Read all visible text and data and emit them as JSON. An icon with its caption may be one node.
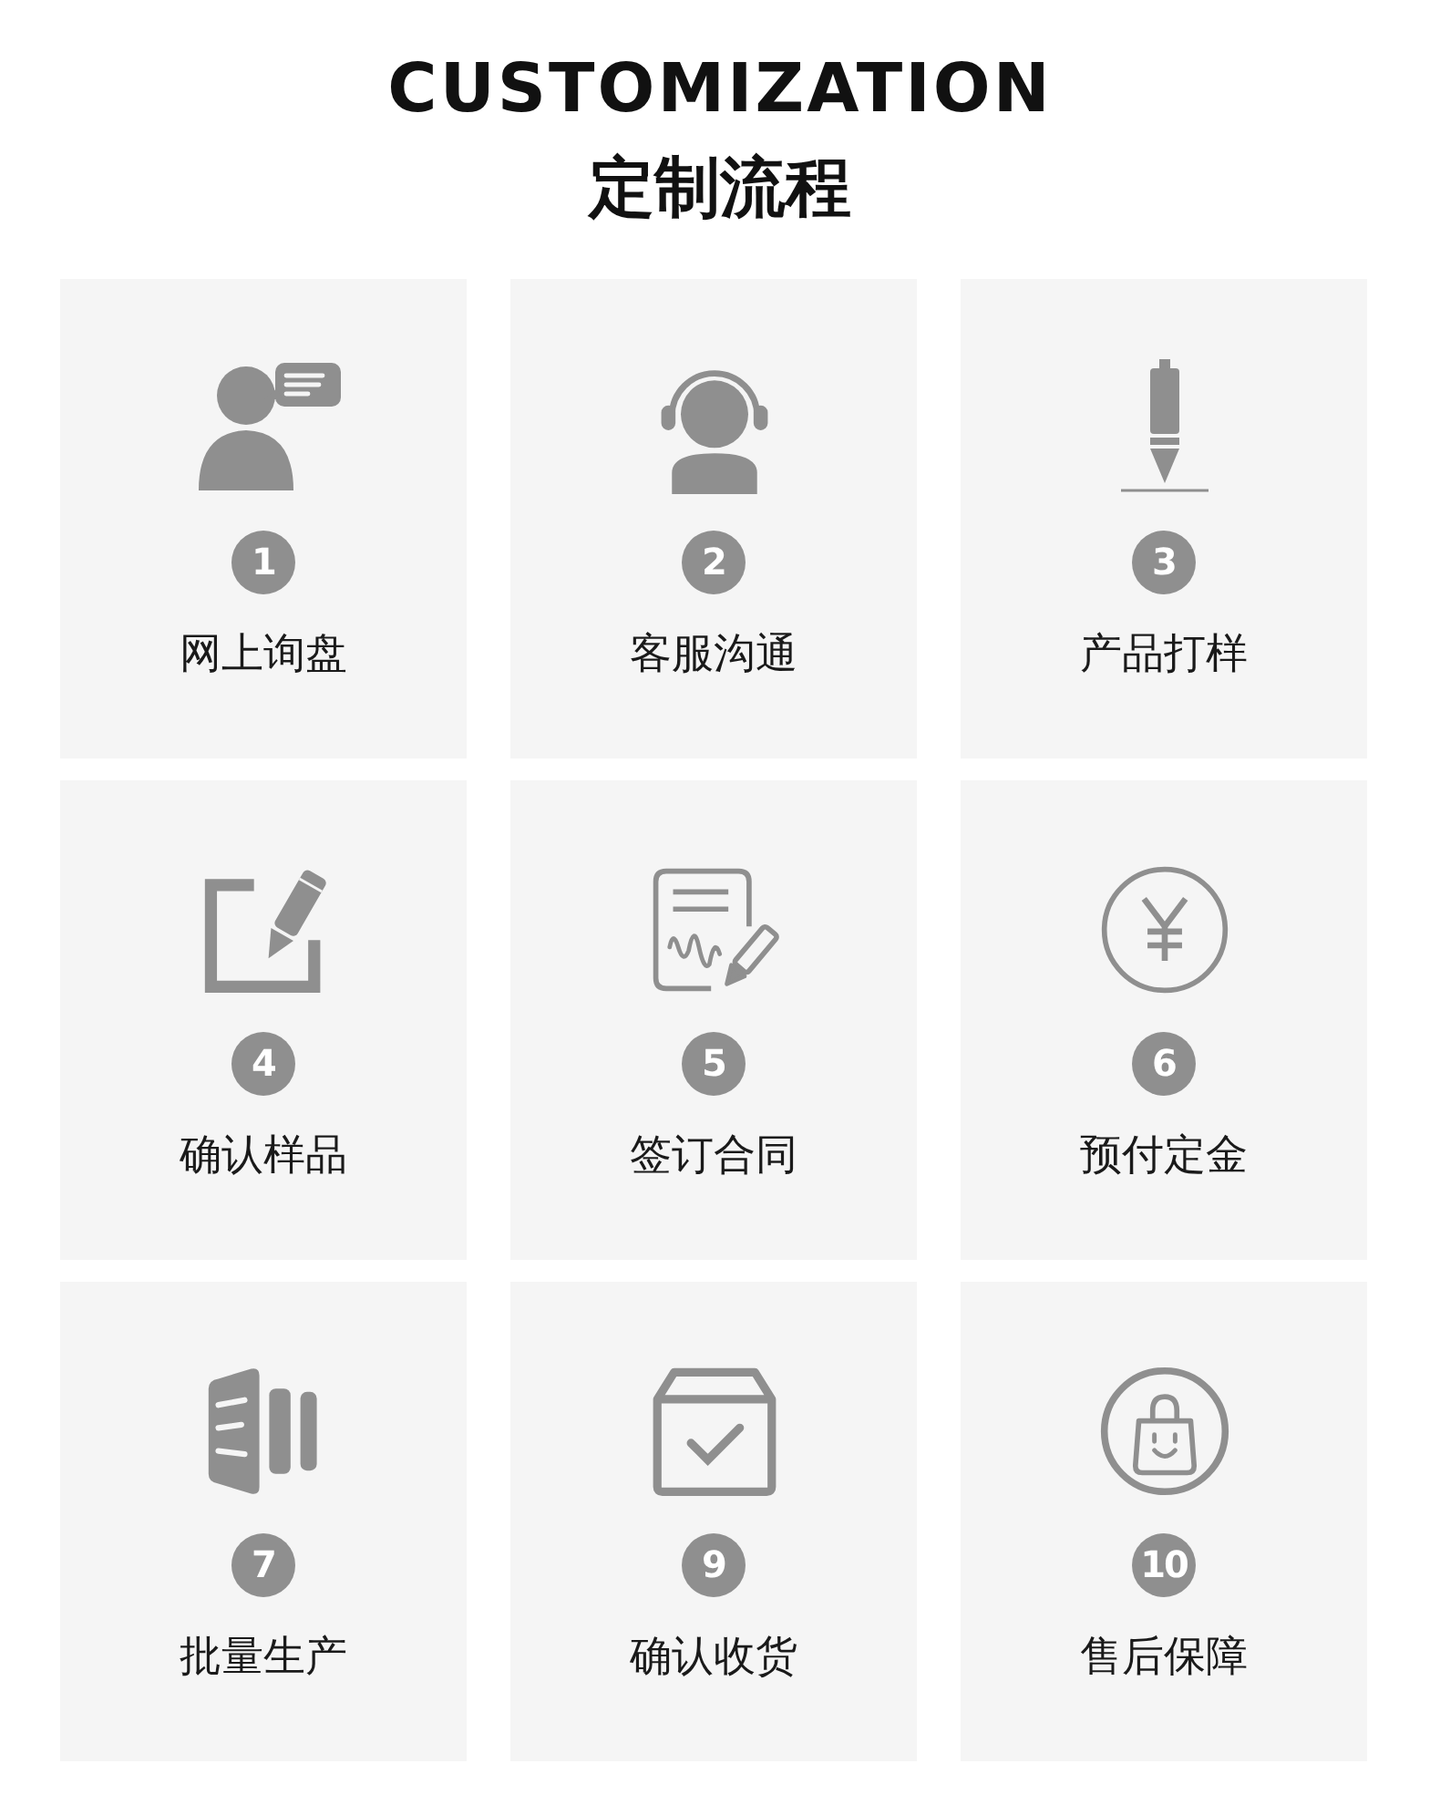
{
  "diagram": {
    "title": "CUSTOMIZATION",
    "labels": [
      "定制流程"
    ],
    "nodes": [
      {
        "text": [
          "1",
          "网上询盘"
        ]
      },
      {
        "text": [
          "2",
          "客服沟通"
        ]
      },
      {
        "text": [
          "3",
          "产品打样"
        ]
      },
      {
        "text": [
          "4",
          "确认样品"
        ]
      },
      {
        "text": [
          "5",
          "签订合同"
        ]
      },
      {
        "text": [
          "6",
          "预付定金"
        ]
      },
      {
        "text": [
          "7",
          "批量生产"
        ]
      },
      {
        "text": [
          "9",
          "确认收货"
        ]
      },
      {
        "text": [
          "10",
          "售后保障"
        ]
      }
    ]
  }
}
